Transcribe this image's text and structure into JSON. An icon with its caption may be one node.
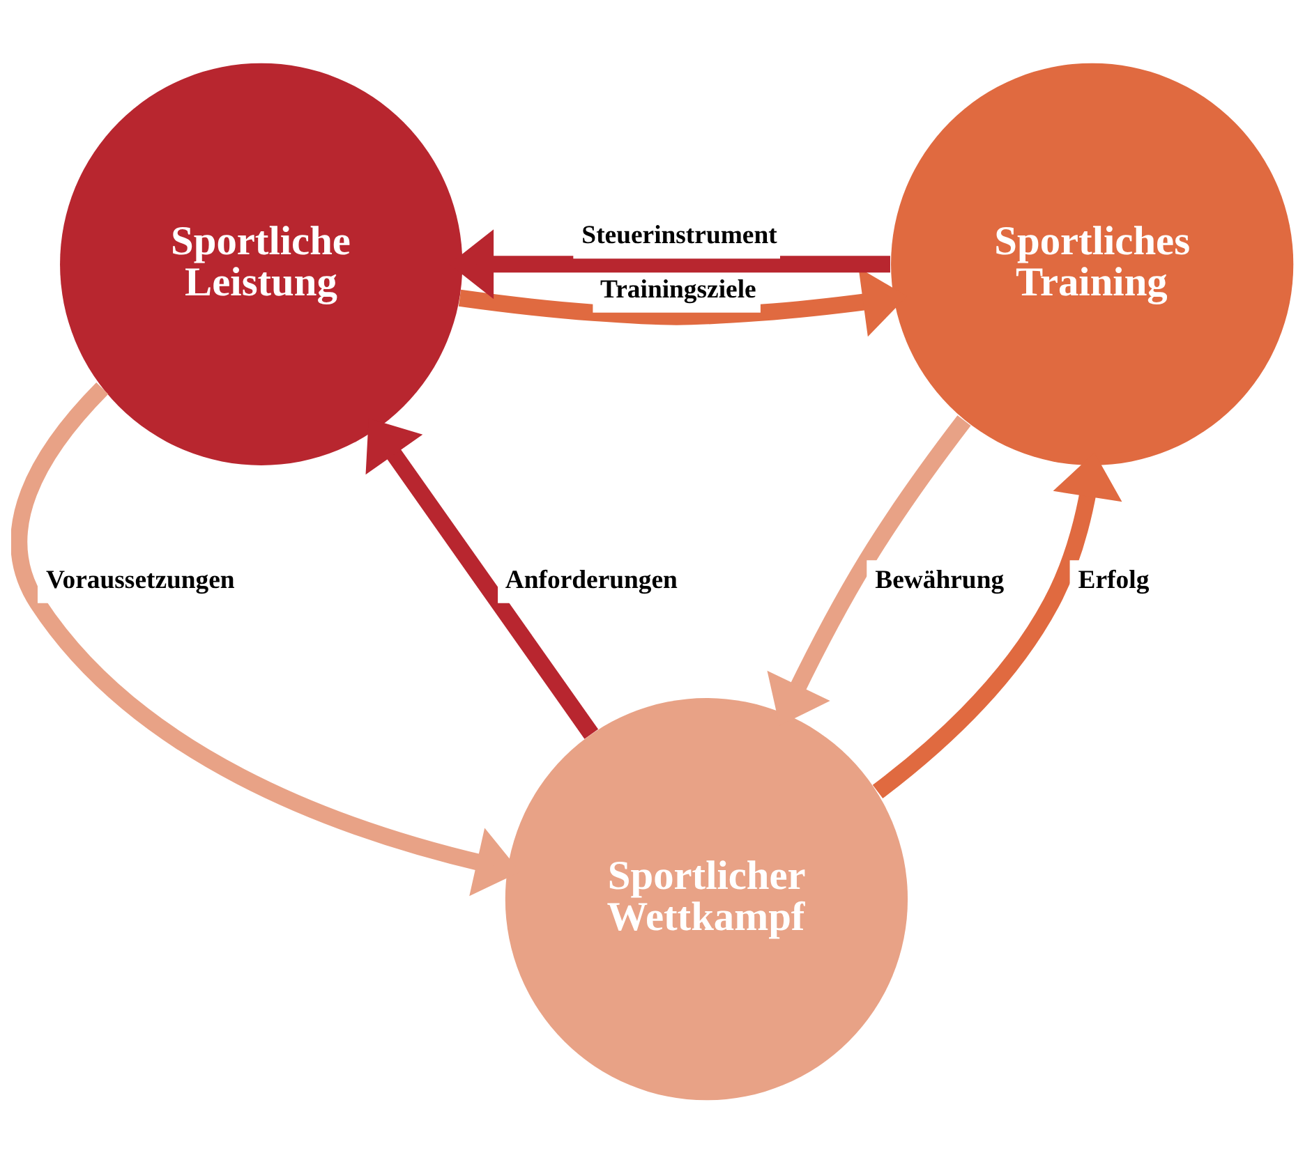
{
  "diagram": {
    "nodes": [
      {
        "text": [
          "Sportliche Leistung"
        ]
      },
      {
        "text": [
          "Sportliches Training"
        ]
      },
      {
        "text": [
          "Sportlicher Wettkampf"
        ]
      }
    ],
    "edges": [
      {
        "from": 1,
        "to": 0,
        "arrow": "to",
        "label": "Steuerinstrument",
        "color": "#b8262f"
      },
      {
        "from": 0,
        "to": 1,
        "arrow": "to",
        "label": "Trainingsziele",
        "color": "#e06a40"
      },
      {
        "from": 0,
        "to": 2,
        "arrow": "to",
        "label": "Voraussetzungen",
        "color": "#e8a286"
      },
      {
        "from": 2,
        "to": 0,
        "arrow": "to",
        "label": "Anforderungen",
        "color": "#b8262f"
      },
      {
        "from": 1,
        "to": 2,
        "arrow": "to",
        "label": "Bewährung",
        "color": "#e8a286"
      },
      {
        "from": 2,
        "to": 1,
        "arrow": "to",
        "label": "Erfolg",
        "color": "#e06a40"
      }
    ]
  }
}
